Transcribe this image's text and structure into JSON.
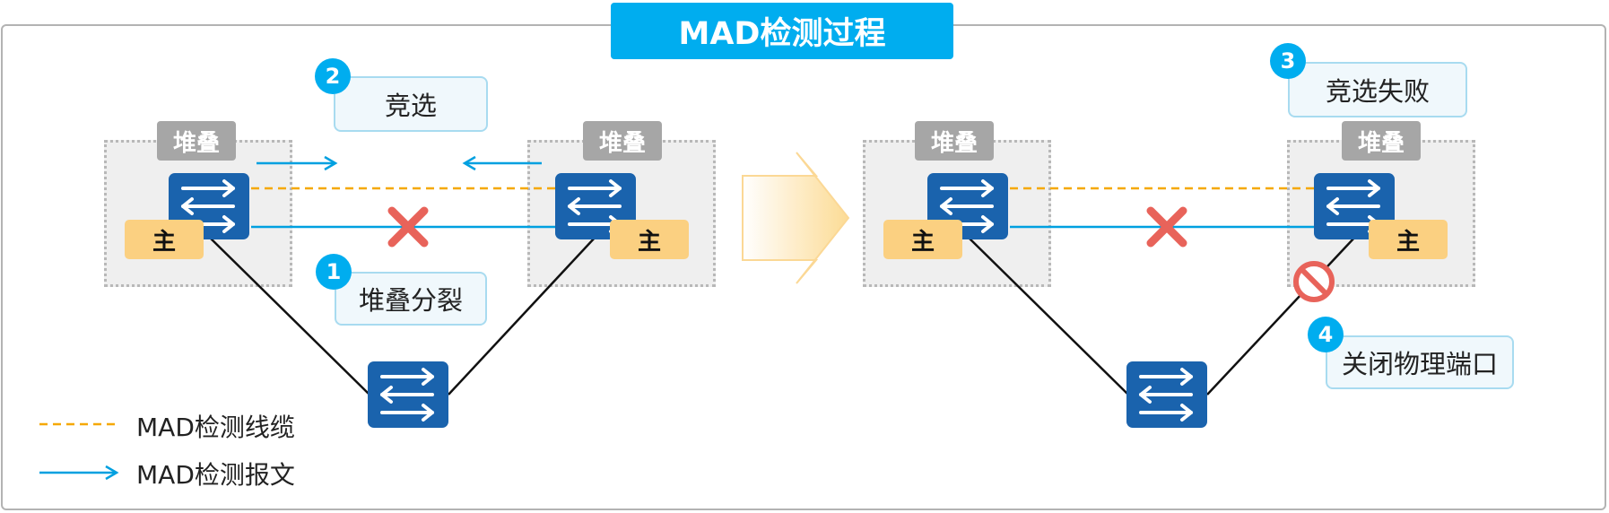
{
  "title": "MAD检测过程",
  "stack_label": "堆叠",
  "master_label": "主",
  "steps": [
    {
      "number": "1",
      "text": "堆叠分裂"
    },
    {
      "number": "2",
      "text": "竞选"
    },
    {
      "number": "3",
      "text": "竞选失败"
    },
    {
      "number": "4",
      "text": "关闭物理端口"
    }
  ],
  "legend": [
    {
      "label": "MAD检测线缆",
      "style": "dashed",
      "color": "#f5a800"
    },
    {
      "label": "MAD检测报文",
      "style": "arrow",
      "color": "#00a0e0"
    }
  ],
  "colors": {
    "accent": "#00adef",
    "switch": "#1a63ad",
    "master": "#fbd081",
    "cable": "#f5a800",
    "packet": "#00a0e0",
    "fault": "#e8635a"
  },
  "icons": [
    "switch-icon",
    "fault-x-icon",
    "forbidden-icon",
    "transition-arrow-icon"
  ]
}
